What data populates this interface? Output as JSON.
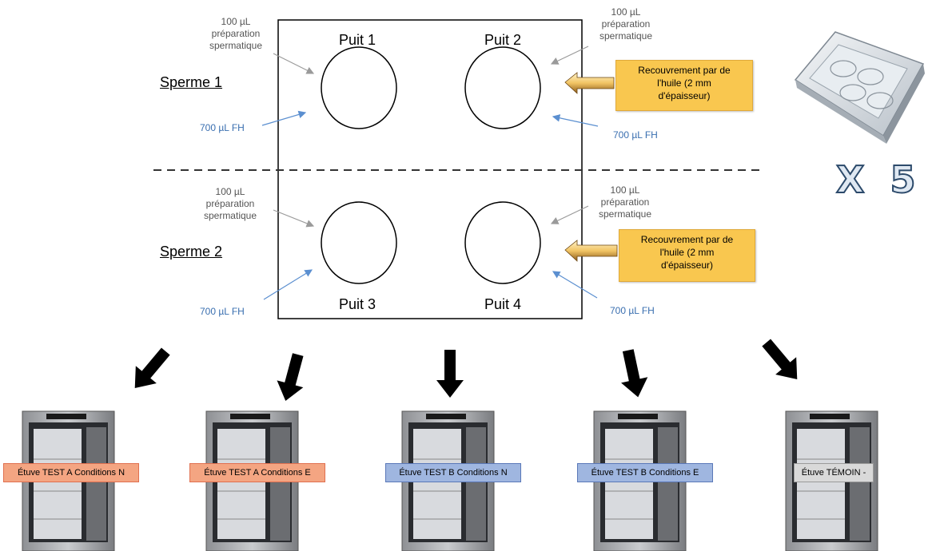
{
  "plate": {
    "wells": [
      {
        "label": "Puit 1"
      },
      {
        "label": "Puit 2"
      },
      {
        "label": "Puit 3"
      },
      {
        "label": "Puit 4"
      }
    ]
  },
  "sperm_groups": [
    {
      "label": "Sperme 1"
    },
    {
      "label": "Sperme 2"
    }
  ],
  "annotations": {
    "prep": [
      "100 µL",
      "préparation",
      "spermatique"
    ],
    "fh": "700 µL FH",
    "oil_line1": "Recouvrement  par de",
    "oil_line2": "l'huile  (2 mm",
    "oil_line3": "d'épaisseur)"
  },
  "multiplier": "X 5",
  "incubators": [
    {
      "label": "Étuve  TEST  A Conditions N",
      "color": "#f4a582",
      "border": "#e07050"
    },
    {
      "label": "Étuve  TEST  A Conditions E",
      "color": "#f4a582",
      "border": "#e07050"
    },
    {
      "label": "Étuve  TEST  B Conditions N",
      "color": "#9fb6e0",
      "border": "#5a78b8"
    },
    {
      "label": "Étuve  TEST  B Conditions E",
      "color": "#9fb6e0",
      "border": "#5a78b8"
    },
    {
      "label": "Étuve  TÉMOIN  -",
      "color": "#d9d9d9",
      "border": "#9a9a9a"
    }
  ],
  "colors": {
    "gray_text": "#555555",
    "blue_text": "#3a6fb0",
    "oil_box": "#f9c74f",
    "arrow_black": "#000000"
  }
}
